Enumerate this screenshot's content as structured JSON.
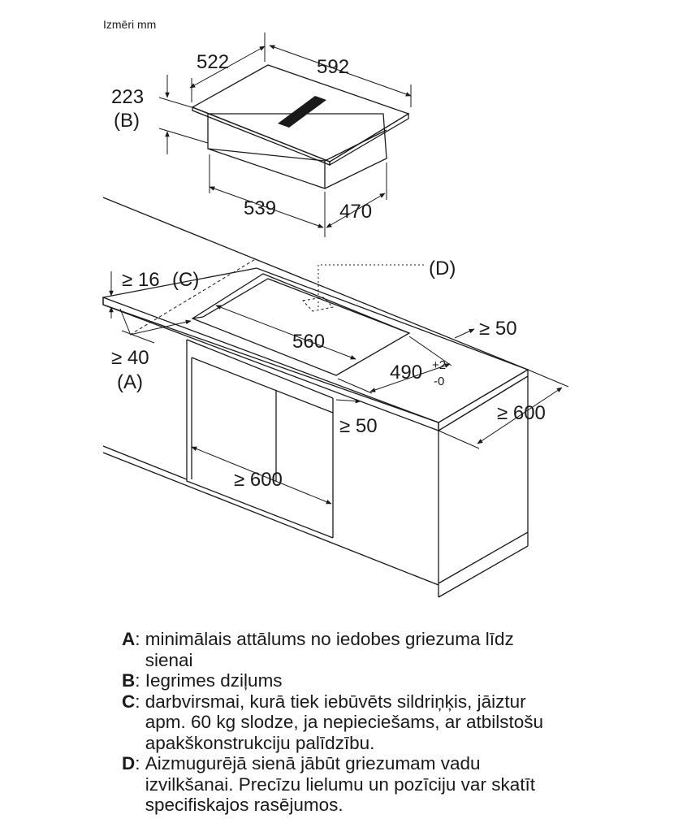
{
  "units_label": "Izmēri mm",
  "hob": {
    "depth": "522",
    "width": "592",
    "height": "223",
    "height_ref": "(B)",
    "body_width": "539",
    "body_depth": "470"
  },
  "cabinet": {
    "counter_min": "≥ 16",
    "counter_ref": "(C)",
    "wall_gap": "≥ 40",
    "wall_ref": "(A)",
    "cutout_width": "560",
    "cutout_depth": "490",
    "cutout_tol_plus": "+2",
    "cutout_tol_minus": "-0",
    "rear_gap": "≥ 50",
    "side_gap": "≥ 50",
    "counter_depth": "≥ 600",
    "oven_width": "≥ 600",
    "detail_ref": "(D)"
  },
  "legend": [
    {
      "key": "A",
      "text": "minimālais attālums no iedobes griezuma līdz sienai"
    },
    {
      "key": "B",
      "text": "Iegrimes dziļums"
    },
    {
      "key": "C",
      "text": "darbvirsmai, kurā tiek iebūvēts sildriņķis, jāiztur apm. 60 kg slodze, ja nepieciešams, ar atbilstošu apakškonstrukciju palīdzību."
    },
    {
      "key": "D",
      "text": "Aizmugurējā sienā jābūt griezumam vadu izvilkšanai. Precīzu lielumu un pozīciju var skatīt specifiskajos rasējumos."
    }
  ]
}
